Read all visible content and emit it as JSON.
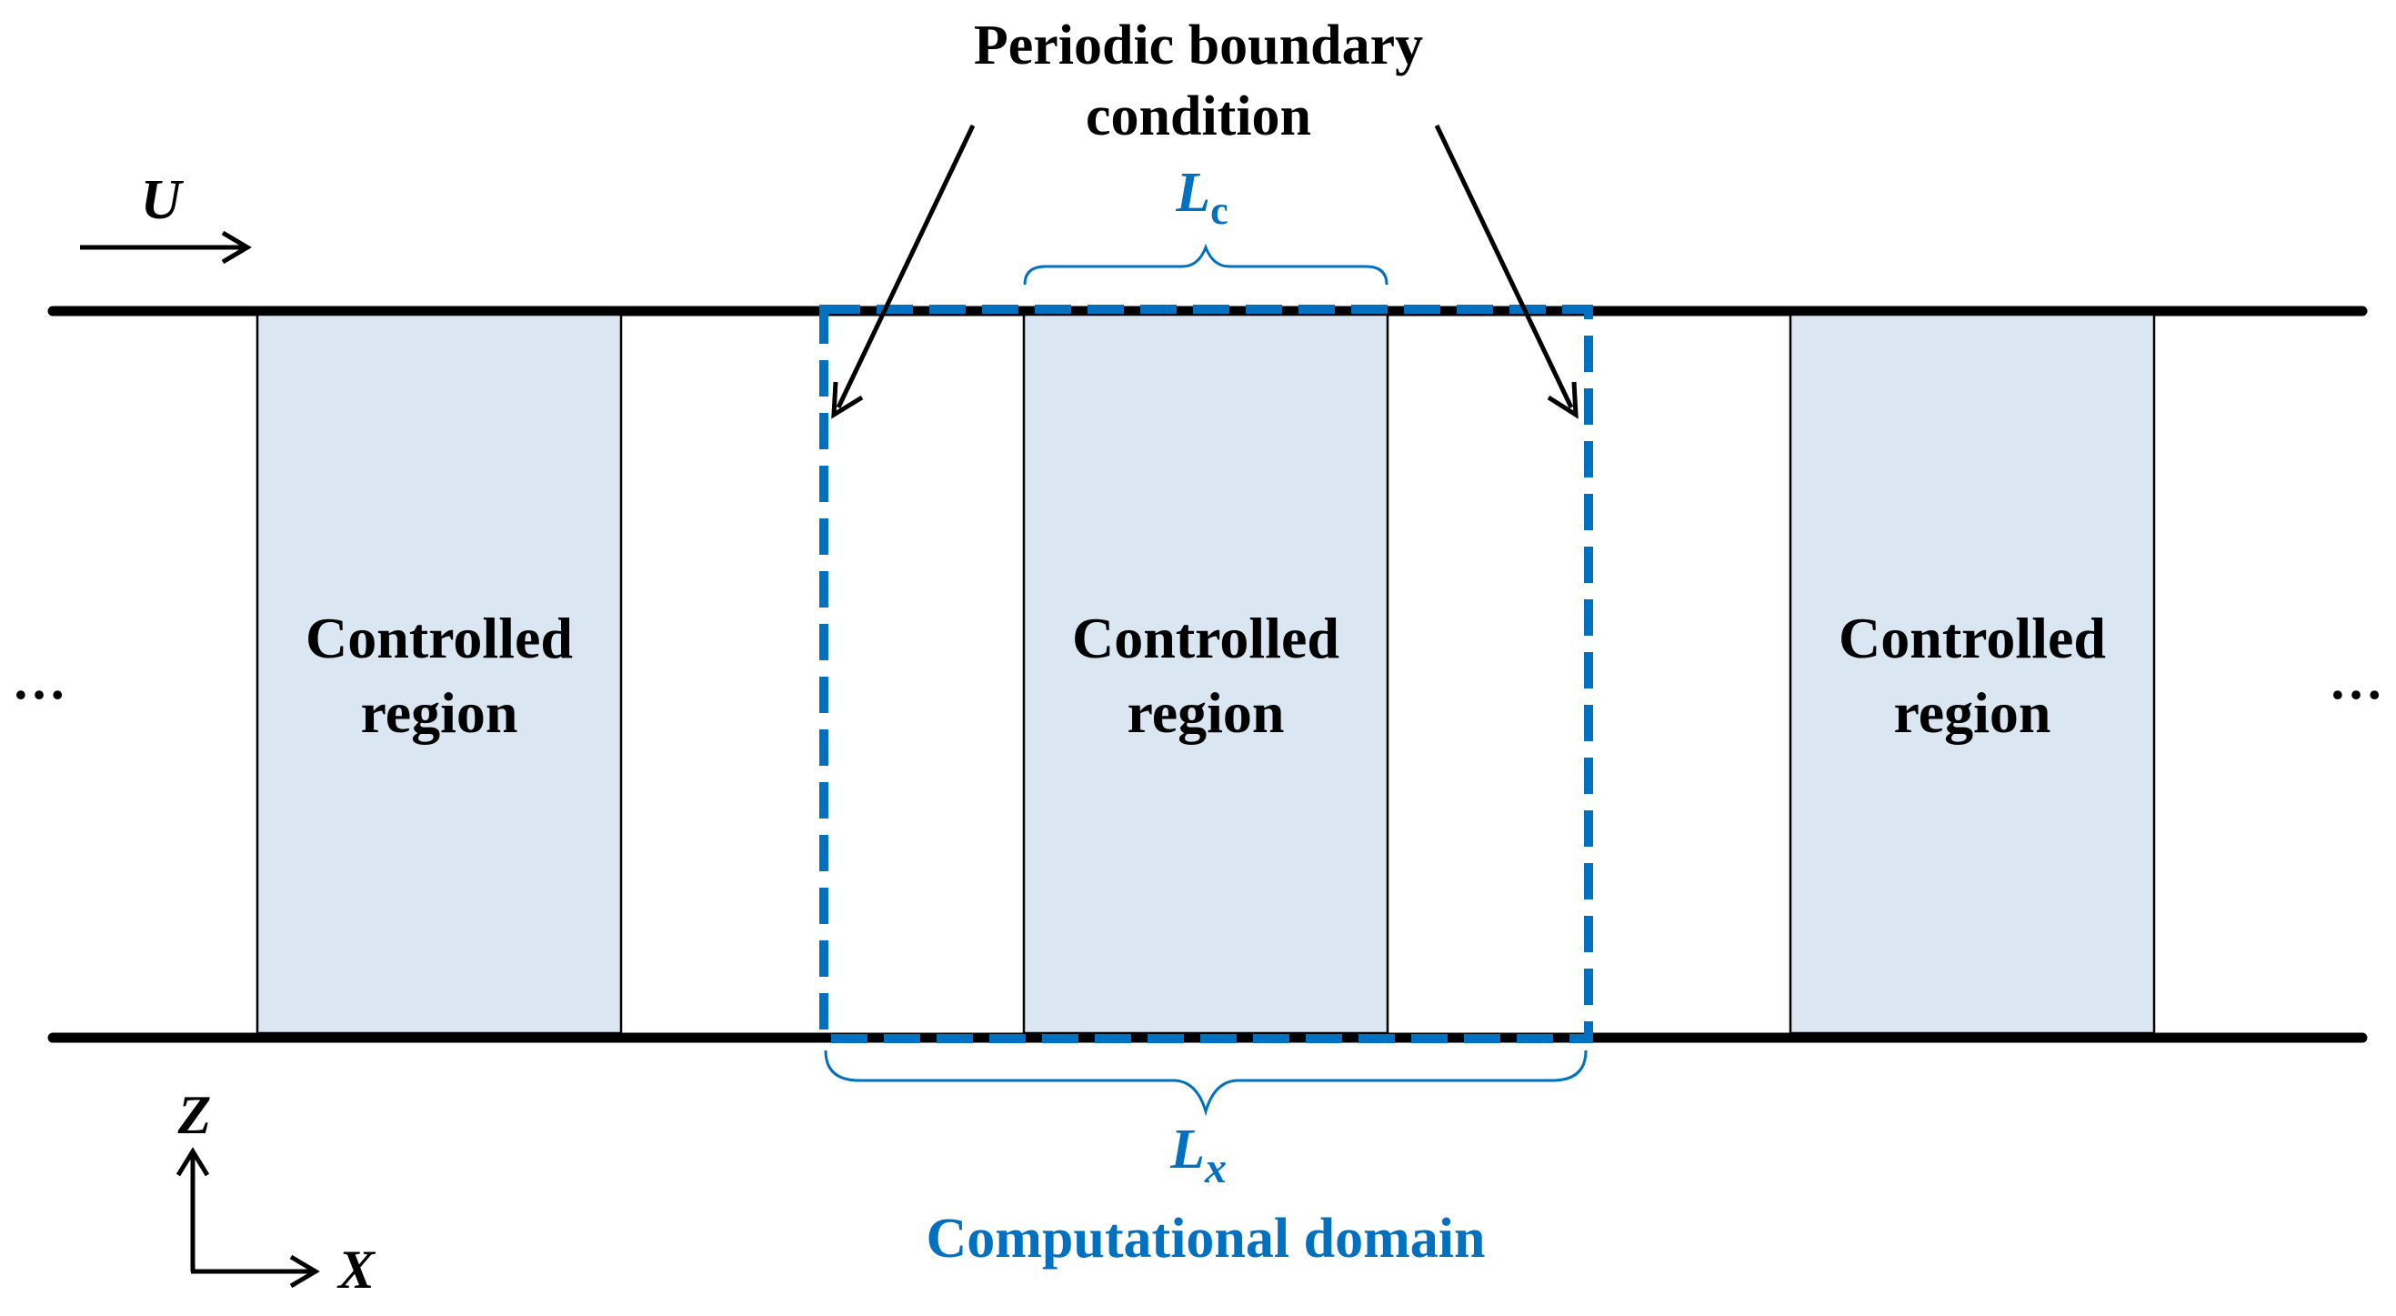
{
  "title": {
    "line1": "Periodic boundary",
    "line2": "condition"
  },
  "flow": {
    "label": "U"
  },
  "regions": [
    {
      "line1": "Controlled",
      "line2": "region"
    },
    {
      "line1": "Controlled",
      "line2": "region"
    },
    {
      "line1": "Controlled",
      "line2": "region"
    }
  ],
  "ellipsis": {
    "left": "…",
    "right": "…"
  },
  "dimensions": {
    "lc_letter": "L",
    "lc_sub": "c",
    "lx_letter": "L",
    "lx_sub": "x"
  },
  "domain_label": "Computational domain",
  "axes": {
    "z": "Z",
    "x": "X"
  },
  "colors": {
    "domain": "#0070C0",
    "region_fill": "#DAE6F1",
    "wall": "#000000"
  }
}
